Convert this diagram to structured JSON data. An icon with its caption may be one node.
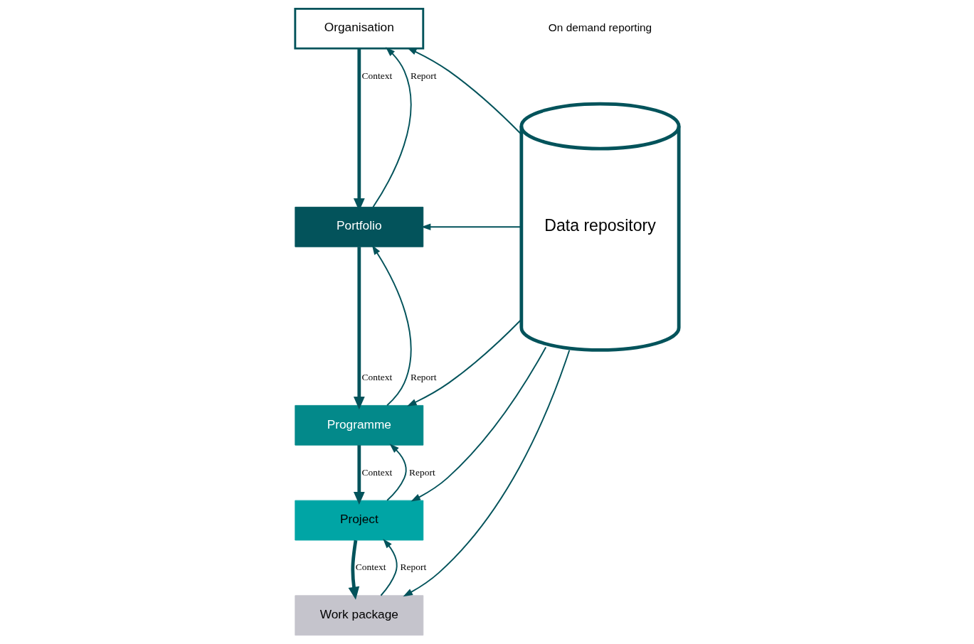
{
  "diagram": {
    "nodes": [
      {
        "text": [
          "Organisation"
        ]
      },
      {
        "text": [
          "Portfolio"
        ]
      },
      {
        "text": [
          "Programme"
        ]
      },
      {
        "text": [
          "Project"
        ]
      },
      {
        "text": [
          "Work package"
        ]
      },
      {
        "text": [
          "Data repository"
        ]
      }
    ],
    "edges": [
      {
        "from": 0,
        "to": 1,
        "arrow": "to",
        "label": "Context",
        "style": "thick"
      },
      {
        "from": 1,
        "to": 0,
        "arrow": "to",
        "label": "Report"
      },
      {
        "from": 1,
        "to": 2,
        "arrow": "to",
        "label": "Context",
        "style": "thick"
      },
      {
        "from": 2,
        "to": 1,
        "arrow": "to",
        "label": "Report"
      },
      {
        "from": 2,
        "to": 3,
        "arrow": "to",
        "label": "Context",
        "style": "thick"
      },
      {
        "from": 3,
        "to": 2,
        "arrow": "to",
        "label": "Report"
      },
      {
        "from": 3,
        "to": 4,
        "arrow": "to",
        "label": "Context",
        "style": "thick"
      },
      {
        "from": 4,
        "to": 3,
        "arrow": "to",
        "label": "Report"
      },
      {
        "from": 5,
        "to": 0,
        "arrow": "to"
      },
      {
        "from": 5,
        "to": 1,
        "arrow": "to"
      },
      {
        "from": 5,
        "to": 2,
        "arrow": "to"
      },
      {
        "from": 5,
        "to": 3,
        "arrow": "to"
      },
      {
        "from": 5,
        "to": 4,
        "arrow": "to"
      }
    ],
    "labels": [
      "On demand reporting"
    ]
  }
}
